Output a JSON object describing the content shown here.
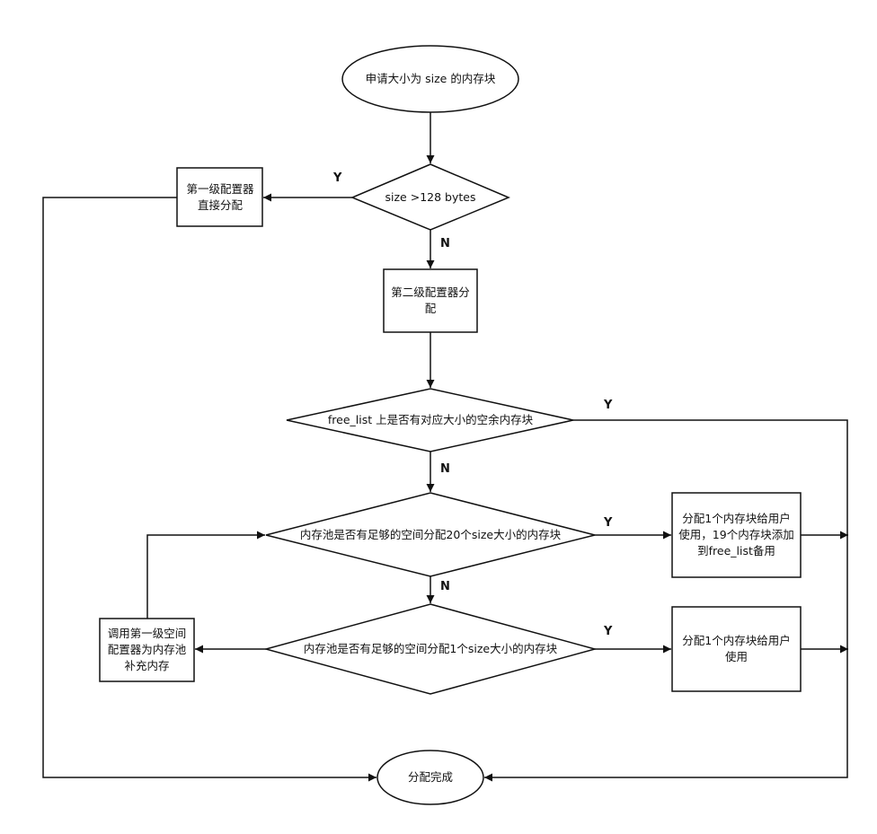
{
  "nodes": {
    "start": "申请大小为 size 的内存块",
    "size_check": "size >128 bytes",
    "first_alloc": "第一级配置器直接分配",
    "second_alloc": "第二级配置器分配",
    "freelist_check": "free_list 上是否有对应大小的空余内存块",
    "pool_check_20": "内存池是否有足够的空间分配20个size大小的内存块",
    "alloc_20": "分配1个内存块给用户使用，19个内存块添加到free_list备用",
    "pool_check_1": "内存池是否有足够的空间分配1个size大小的内存块",
    "alloc_1": "分配1个内存块给用户使用",
    "refill": "调用第一级空间配置器为内存池补充内存",
    "end": "分配完成"
  },
  "edges": {
    "size_yes": "Y",
    "size_no": "N",
    "freelist_yes": "Y",
    "freelist_no": "N",
    "pool20_yes": "Y",
    "pool20_no": "N",
    "pool1_yes": "Y"
  }
}
